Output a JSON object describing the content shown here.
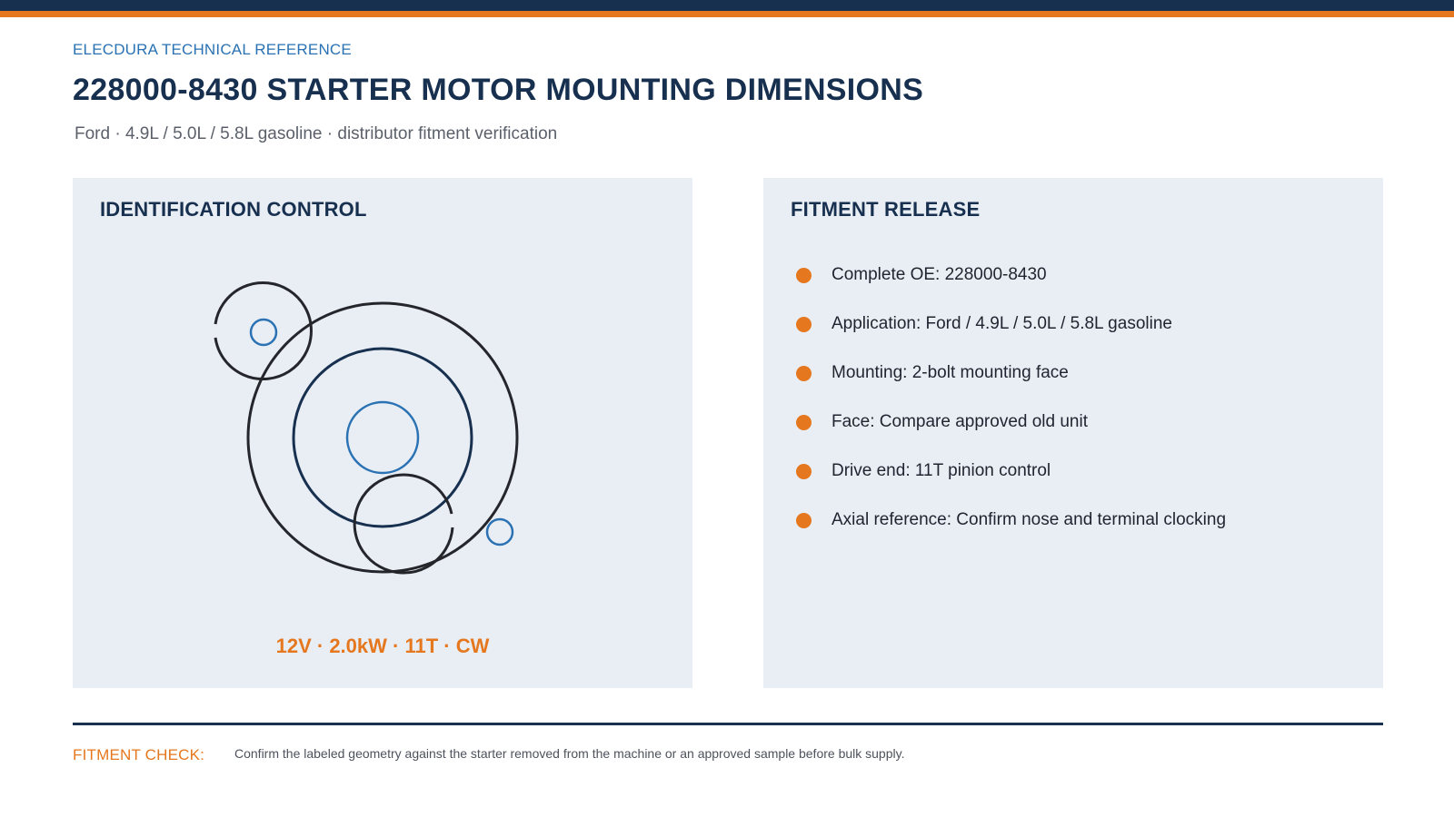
{
  "header": {
    "kicker": "ELECDURA TECHNICAL REFERENCE",
    "title": "228000-8430 STARTER MOTOR MOUNTING DIMENSIONS",
    "subtitle": "Ford · 4.9L / 5.0L / 5.8L gasoline · distributor fitment verification"
  },
  "identification": {
    "heading": "IDENTIFICATION CONTROL",
    "rating": "12V · 2.0kW · 11T · CW"
  },
  "fitment": {
    "heading": "FITMENT RELEASE",
    "items": [
      "Complete OE: 228000-8430",
      "Application: Ford / 4.9L / 5.0L / 5.8L gasoline",
      "Mounting: 2-bolt mounting face",
      "Face: Compare approved old unit",
      "Drive end: 11T pinion control",
      "Axial reference: Confirm nose and terminal clocking"
    ]
  },
  "footer": {
    "label": "FITMENT CHECK:",
    "text": "Confirm the labeled geometry against the starter removed from the machine or an approved sample before bulk supply."
  },
  "colors": {
    "navy": "#18304f",
    "orange": "#e5771e",
    "blue": "#2a72b3",
    "panel": "#e9eef4"
  }
}
